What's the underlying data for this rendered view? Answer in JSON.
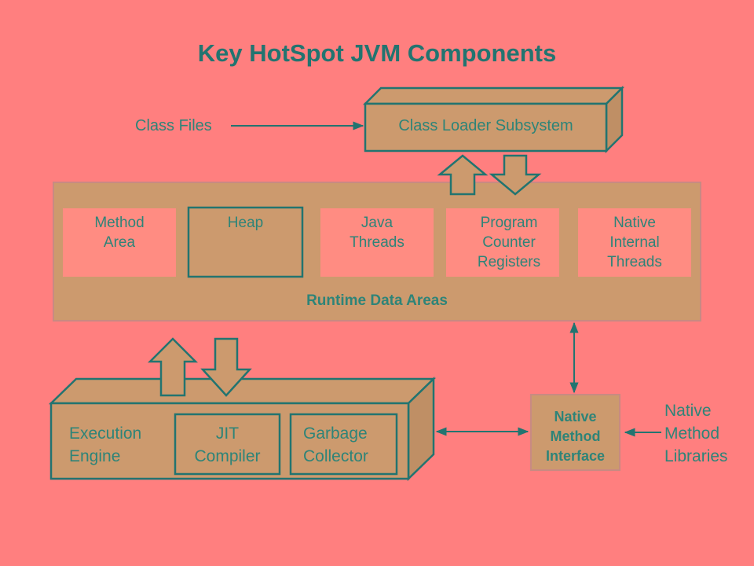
{
  "title": "Key HotSpot JVM Components",
  "class_files": "Class Files",
  "class_loader": "Class Loader Subsystem",
  "runtime": {
    "label": "Runtime Data Areas",
    "areas": [
      {
        "line1": "Method",
        "line2": "Area",
        "line3": ""
      },
      {
        "line1": "Heap",
        "line2": "",
        "line3": ""
      },
      {
        "line1": "Java",
        "line2": "Threads",
        "line3": ""
      },
      {
        "line1": "Program",
        "line2": "Counter",
        "line3": "Registers"
      },
      {
        "line1": "Native",
        "line2": "Internal",
        "line3": "Threads"
      }
    ]
  },
  "execution": {
    "label_line1": "Execution",
    "label_line2": "Engine",
    "jit_line1": "JIT",
    "jit_line2": "Compiler",
    "gc_line1": "Garbage",
    "gc_line2": "Collector"
  },
  "native_interface": {
    "line1": "Native",
    "line2": "Method",
    "line3": "Interface"
  },
  "native_libraries": {
    "line1": "Native",
    "line2": "Method",
    "line3": "Libraries"
  },
  "colors": {
    "background": "#FF7F7F",
    "box_fill": "#CC9A6E",
    "box_side": "#BF8F65",
    "outline": "#227470",
    "area_fill": "#FF8C82",
    "text": "#2E8478",
    "frame": "#C88A82"
  }
}
